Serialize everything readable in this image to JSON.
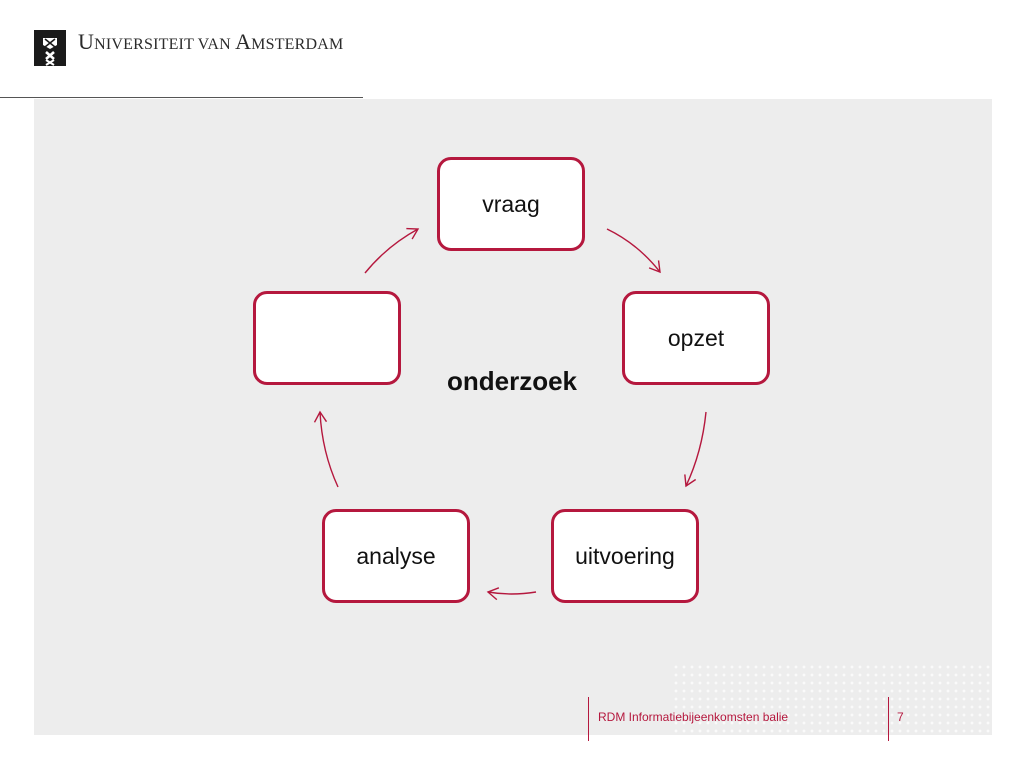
{
  "header": {
    "university_name_initial_1": "U",
    "university_name_rest_1": "NIVERSITEIT VAN ",
    "university_name_initial_2": "A",
    "university_name_rest_2": "MSTERDAM"
  },
  "diagram": {
    "center_label": "onderzoek",
    "steps": [
      {
        "label": "vraag"
      },
      {
        "label": "opzet"
      },
      {
        "label": "uitvoering"
      },
      {
        "label": "analyse"
      },
      {
        "label": ""
      }
    ]
  },
  "footer": {
    "title": "RDM Informatiebijeenkomsten balie",
    "page_number": "7"
  },
  "colors": {
    "accent": "#b5183e",
    "panel_background": "#ededed"
  }
}
